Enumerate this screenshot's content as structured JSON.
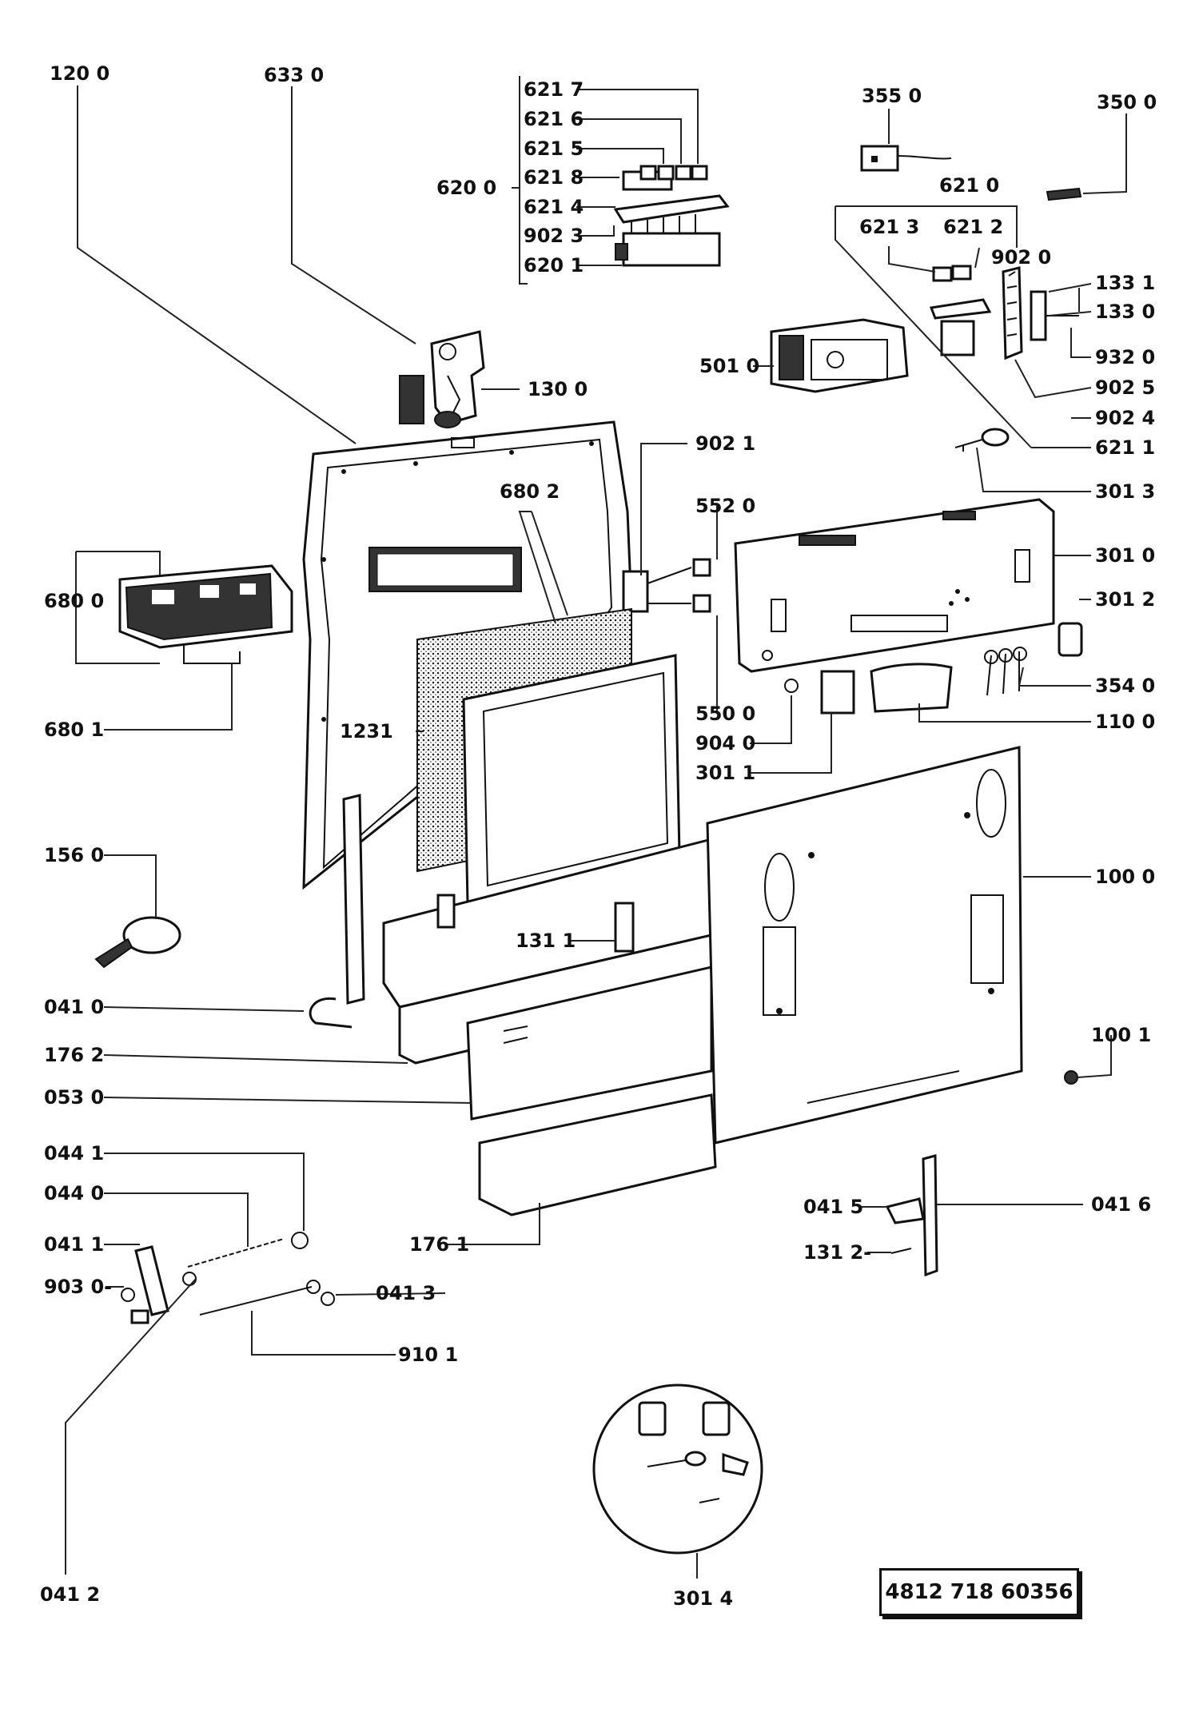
{
  "document_number": "4812 718 60356",
  "labels": {
    "l1200": "120 0",
    "l6330": "633 0",
    "l6217": "621 7",
    "l6216": "621 6",
    "l6215": "621 5",
    "l6218": "621 8",
    "l6200": "620 0",
    "l6214": "621 4",
    "l9023": "902 3",
    "l6201": "620 1",
    "l3550": "355 0",
    "l3500": "350 0",
    "l6210": "621 0",
    "l6213": "621 3",
    "l6212": "621 2",
    "l9020": "902 0",
    "l1331": "133 1",
    "l1330": "133 0",
    "l9320": "932 0",
    "l5010": "501 0",
    "l9025": "902 5",
    "l9024": "902 4",
    "l6211": "621 1",
    "l1300": "130 0",
    "l9021": "902 1",
    "l3013": "301 3",
    "l6802": "680 2",
    "l5520": "552 0",
    "l3010": "301 0",
    "l6800": "680 0",
    "l3012": "301 2",
    "l3540": "354 0",
    "l5500": "550 0",
    "l1231": "1231",
    "l6801": "680 1",
    "l1100": "110 0",
    "l9040": "904 0",
    "l3011": "301 1",
    "l1560": "156 0",
    "l1000": "100 0",
    "l1311": "131 1",
    "l0410": "041 0",
    "l1001": "100 1",
    "l1762": "176 2",
    "l0530": "053 0",
    "l0441": "044 1",
    "l0440": "044 0",
    "l0415": "041 5",
    "l0416": "041 6",
    "l0411": "041 1",
    "l1761": "176 1",
    "l1312": "131 2-",
    "l9030": "903 0-",
    "l0413": "041 3",
    "l9101": "910 1",
    "l0412": "041 2",
    "l3014": "301 4"
  }
}
